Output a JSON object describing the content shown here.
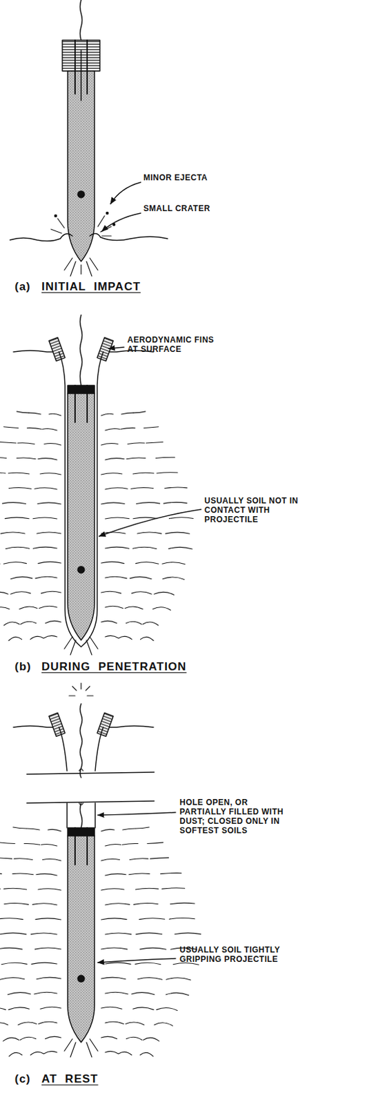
{
  "diagram": {
    "labels": [
      "MINOR EJECTA",
      "SMALL CRATER",
      "(a)",
      "INITIAL IMPACT",
      "AERODYNAMIC FINS AT SURFACE",
      "USUALLY SOIL NOT IN CONTACT WITH PROJECTILE",
      "(b)",
      "DURING PENETRATION",
      "HOLE OPEN, OR PARTIALLY FILLED WITH DUST; CLOSED ONLY IN SOFTEST SOILS",
      "USUALLY SOIL TIGHTLY GRIPPING PROJECTILE",
      "(c)",
      "AT REST"
    ]
  }
}
